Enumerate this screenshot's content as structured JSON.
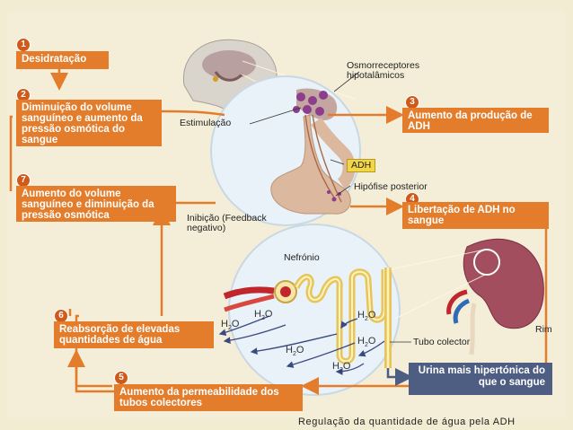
{
  "steps": [
    {
      "num": "1",
      "text": "Desidratação"
    },
    {
      "num": "2",
      "text": "Diminuição do volume sanguíneo e aumento da pressão osmótica do sangue"
    },
    {
      "num": "3",
      "text": "Aumento da produção de ADH"
    },
    {
      "num": "4",
      "text": "Libertação de ADH no sangue"
    },
    {
      "num": "5",
      "text": "Aumento da permeabilidade dos tubos colectores"
    },
    {
      "num": "6",
      "text": "Reabsorção de elevadas quantidades de água"
    },
    {
      "num": "7",
      "text": "Aumento do volume sanguíneo e diminuição da pressão osmótica"
    }
  ],
  "labels": {
    "osmoreceptors": "Osmorreceptores hipotalâmicos",
    "stimulation": "Estimulação",
    "adh": "ADH",
    "pituitary": "Hipófise posterior",
    "inhibition": "Inibição (Feedback negativo)",
    "nephron": "Nefrónio",
    "collecting_tube": "Tubo colector",
    "kidney": "Rim",
    "urine": "Urina mais hipertónica do que o sangue",
    "water": "H",
    "water_sub": "2",
    "water_tail": "O"
  },
  "caption": "Regulação da quantidade de água pela ADH"
}
